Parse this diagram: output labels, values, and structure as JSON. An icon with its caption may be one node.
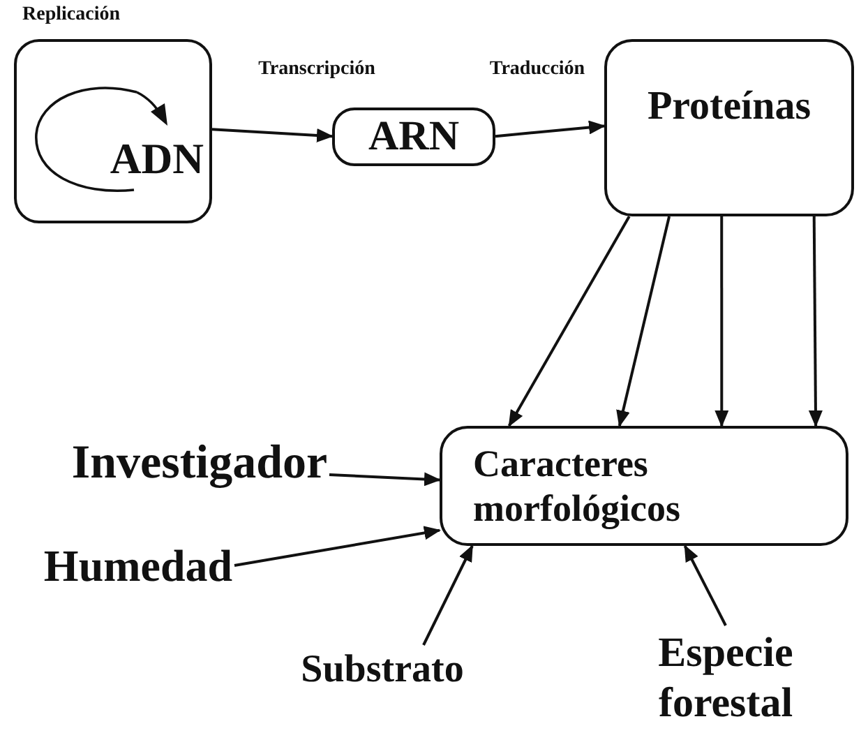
{
  "diagram": {
    "nodes": [
      {
        "text": [
          "Replicación",
          "ADN"
        ]
      },
      {
        "text": [
          "ARN"
        ]
      },
      {
        "text": [
          "Proteínas"
        ]
      },
      {
        "text": [
          "Caracteres morfológicos"
        ]
      },
      {
        "text": [
          "Investigador"
        ]
      },
      {
        "text": [
          "Humedad"
        ]
      },
      {
        "text": [
          "Substrato"
        ]
      },
      {
        "text": [
          "Especie forestal"
        ]
      }
    ],
    "edges": [
      {
        "from": 0,
        "to": 1,
        "arrow": "to",
        "label": "Transcripción"
      },
      {
        "from": 1,
        "to": 2,
        "arrow": "to",
        "label": "Traducción"
      },
      {
        "from": 2,
        "to": 3,
        "arrow": "to"
      },
      {
        "from": 2,
        "to": 3,
        "arrow": "to"
      },
      {
        "from": 2,
        "to": 3,
        "arrow": "to"
      },
      {
        "from": 2,
        "to": 3,
        "arrow": "to"
      },
      {
        "from": 4,
        "to": 3,
        "arrow": "to"
      },
      {
        "from": 5,
        "to": 3,
        "arrow": "to"
      },
      {
        "from": 6,
        "to": 3,
        "arrow": "to"
      },
      {
        "from": 7,
        "to": 3,
        "arrow": "to"
      }
    ]
  }
}
